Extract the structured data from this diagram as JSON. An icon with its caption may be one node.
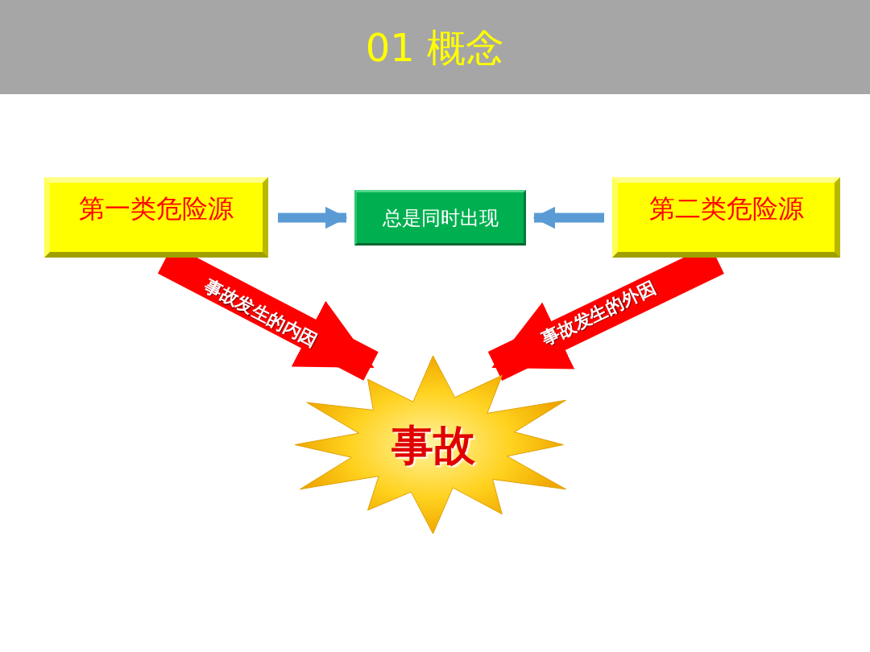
{
  "diagram": {
    "title": "01 概念",
    "nodes": [
      {
        "text": [
          "第一类危险源"
        ]
      },
      {
        "text": [
          "总是同时出现"
        ]
      },
      {
        "text": [
          "第二类危险源"
        ]
      },
      {
        "text": [
          "事故"
        ]
      }
    ],
    "edges": [
      {
        "from": 0,
        "to": 1,
        "arrow": "to",
        "color": "#5b9bd5"
      },
      {
        "from": 2,
        "to": 1,
        "arrow": "to",
        "color": "#5b9bd5"
      },
      {
        "from": 0,
        "to": 3,
        "arrow": "to",
        "label": "事故发生的内因",
        "style": "thick",
        "color": "#ff0000"
      },
      {
        "from": 2,
        "to": 3,
        "arrow": "to",
        "label": "事故发生的外因",
        "style": "thick",
        "color": "#ff0000"
      }
    ]
  }
}
